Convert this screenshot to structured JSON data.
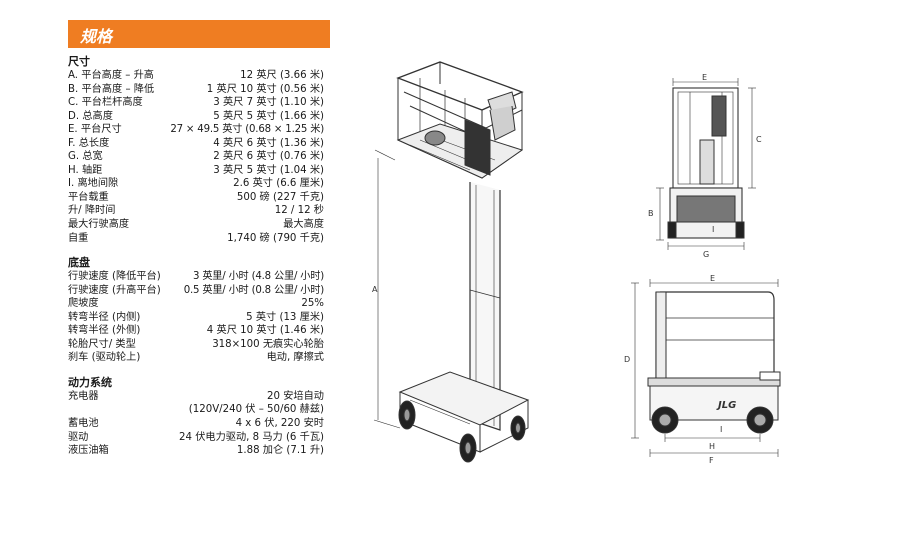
{
  "header": {
    "title": "规格"
  },
  "sections": [
    {
      "title": "尺寸",
      "rows": [
        {
          "label": "A. 平台高度 – 升高",
          "value": "12 英尺 (3.66 米)"
        },
        {
          "label": "B. 平台高度 – 降低",
          "value": "1 英尺 10 英寸 (0.56 米)"
        },
        {
          "label": "C. 平台栏杆高度",
          "value": "3 英尺 7 英寸 (1.10 米)"
        },
        {
          "label": "D. 总高度",
          "value": "5 英尺 5 英寸 (1.66 米)"
        },
        {
          "label": "E. 平台尺寸",
          "value": "27 × 49.5 英寸 (0.68 × 1.25 米)"
        },
        {
          "label": "F. 总长度",
          "value": "4 英尺 6 英寸 (1.36 米)"
        },
        {
          "label": "G. 总宽",
          "value": "2 英尺 6 英寸 (0.76 米)"
        },
        {
          "label": "H. 轴距",
          "value": "3 英尺 5 英寸 (1.04 米)"
        },
        {
          "label": "I. 离地间隙",
          "value": "2.6 英寸 (6.6 厘米)"
        },
        {
          "label": "平台载重",
          "value": "500 磅 (227 千克)"
        },
        {
          "label": "升/ 降时间",
          "value": "12 / 12 秒"
        },
        {
          "label": "最大行驶高度",
          "value": "最大高度"
        },
        {
          "label": "自重",
          "value": "1,740 磅 (790 千克)"
        }
      ]
    },
    {
      "title": "底盘",
      "rows": [
        {
          "label": "行驶速度 (降低平台)",
          "value": "3 英里/ 小时 (4.8 公里/ 小时)"
        },
        {
          "label": "行驶速度 (升高平台)",
          "value": "0.5 英里/ 小时 (0.8 公里/ 小时)"
        },
        {
          "label": "爬坡度",
          "value": "25%"
        },
        {
          "label": "转弯半径 (内侧)",
          "value": "5 英寸 (13 厘米)"
        },
        {
          "label": "转弯半径 (外侧)",
          "value": "4 英尺 10 英寸 (1.46 米)"
        },
        {
          "label": "轮胎尺寸/ 类型",
          "value": "318×100 无痕实心轮胎"
        },
        {
          "label": "刹车 (驱动轮上)",
          "value": "电动, 摩擦式"
        }
      ]
    },
    {
      "title": "动力系统",
      "rows": [
        {
          "label": "充电器",
          "value": "20 安培自动"
        },
        {
          "label": "",
          "value": "(120V/240 伏 – 50/60 赫兹)"
        },
        {
          "label": "蓄电池",
          "value": "4 x 6 伏, 220 安时"
        },
        {
          "label": "驱动",
          "value": "24 伏电力驱动, 8 马力 (6 千瓦)"
        },
        {
          "label": "液压油箱",
          "value": "1.88 加仑 (7.1 升)"
        }
      ]
    }
  ],
  "diagram_labels": {
    "A": "A",
    "B": "B",
    "C": "C",
    "D": "D",
    "E_top": "E",
    "E_side": "E",
    "F": "F",
    "G": "G",
    "H": "H",
    "I_top": "I",
    "I_side": "I",
    "logo": "JLG"
  },
  "colors": {
    "banner": "#ef7d22",
    "text": "#1a1a1a",
    "drawing": "#333333"
  }
}
